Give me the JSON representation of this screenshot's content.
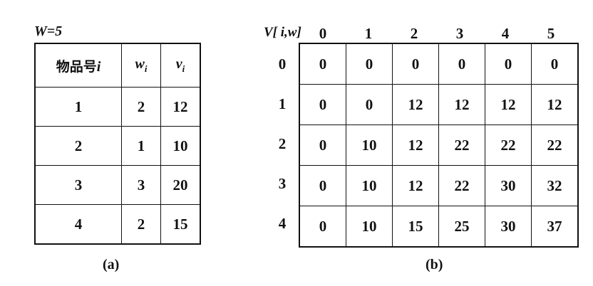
{
  "capacity_label": "W=5",
  "table_a": {
    "headers": {
      "item_cjk": "物品号",
      "item_var": "i",
      "weight": "w",
      "weight_sub": "i",
      "value": "v",
      "value_sub": "i"
    },
    "rows": [
      {
        "item": "1",
        "w": "2",
        "v": "12"
      },
      {
        "item": "2",
        "w": "1",
        "v": "10"
      },
      {
        "item": "3",
        "w": "3",
        "v": "20"
      },
      {
        "item": "4",
        "w": "2",
        "v": "15"
      }
    ],
    "caption": "(a)"
  },
  "table_b": {
    "corner_label": "V[ i,w]",
    "col_headers": [
      "0",
      "1",
      "2",
      "3",
      "4",
      "5"
    ],
    "row_headers": [
      "0",
      "1",
      "2",
      "3",
      "4"
    ],
    "rows": [
      [
        "0",
        "0",
        "0",
        "0",
        "0",
        "0"
      ],
      [
        "0",
        "0",
        "12",
        "12",
        "12",
        "12"
      ],
      [
        "0",
        "10",
        "12",
        "22",
        "22",
        "22"
      ],
      [
        "0",
        "10",
        "12",
        "22",
        "30",
        "32"
      ],
      [
        "0",
        "10",
        "15",
        "25",
        "30",
        "37"
      ]
    ],
    "caption": "(b)"
  }
}
